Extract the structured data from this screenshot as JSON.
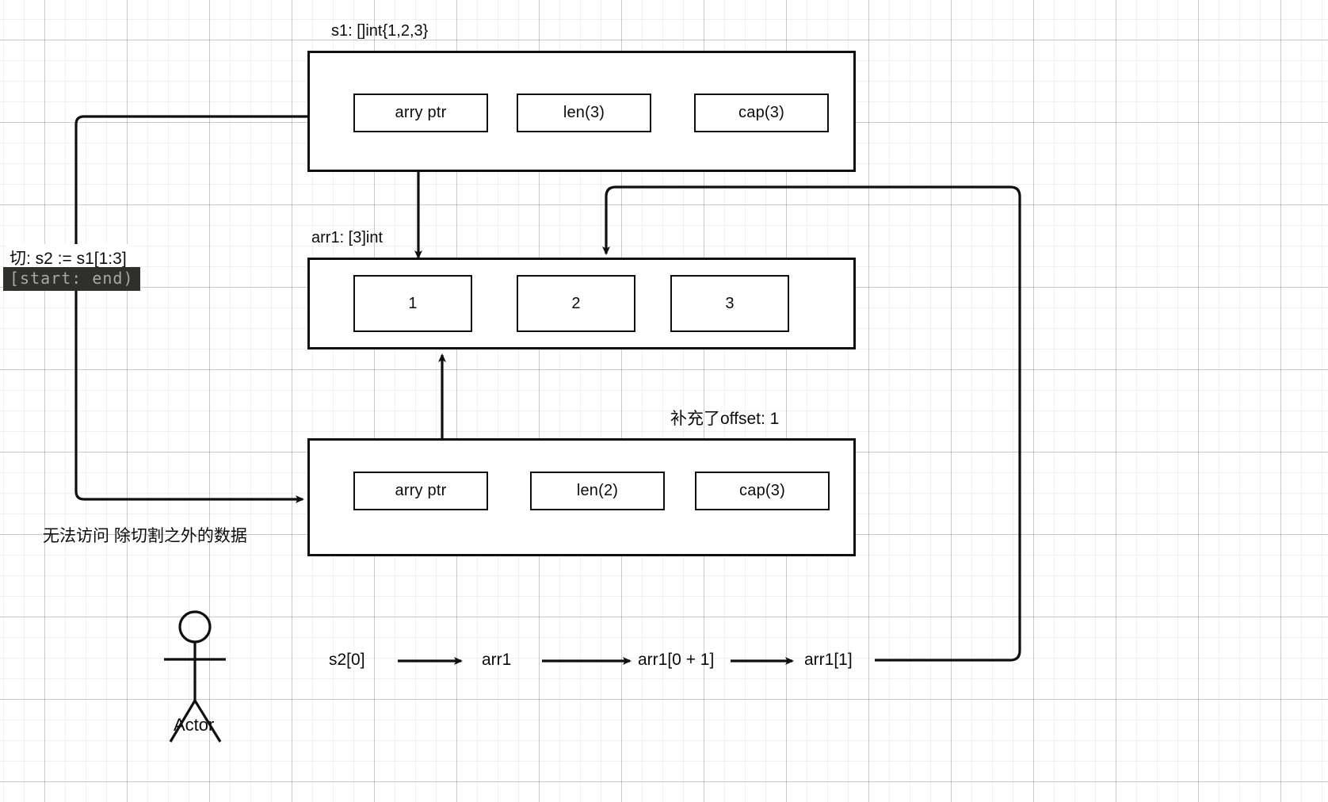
{
  "diagram": {
    "title_hint": "Go slice memory layout diagram",
    "slice_s1": {
      "caption": "s1: []int{1,2,3}",
      "fields": [
        {
          "name": "array-pointer",
          "label": "arry ptr"
        },
        {
          "name": "length",
          "label": "len(3)"
        },
        {
          "name": "capacity",
          "label": "cap(3)"
        }
      ]
    },
    "array_arr1": {
      "caption": "arr1: [3]int",
      "elements": [
        {
          "index": 0,
          "label": "1"
        },
        {
          "index": 1,
          "label": "2"
        },
        {
          "index": 2,
          "label": "3"
        }
      ]
    },
    "slice_s2": {
      "caption": "补充了offset: 1",
      "fields": [
        {
          "name": "array-pointer",
          "label": "arry ptr"
        },
        {
          "name": "length",
          "label": "len(2)"
        },
        {
          "name": "capacity",
          "label": "cap(3)"
        }
      ]
    },
    "annotations": {
      "slice_expr": "切:  s2 := s1[1:3]",
      "range_note": "[start: end)",
      "no_access_note": "无法访问 除切割之外的数据"
    },
    "lookup_chain": [
      {
        "label": "s2[0]"
      },
      {
        "label": "arr1"
      },
      {
        "label": "arr1[0 + 1]"
      },
      {
        "label": "arr1[1]"
      }
    ],
    "actor": {
      "label": "Actor"
    },
    "colors": {
      "stroke": "#0f0f0f",
      "text": "#0c0c0c",
      "highlight_bg": "#2f2f2b",
      "highlight_fg": "#a9a9a0",
      "grid_minor": "#efefef",
      "grid_major": "#d6d6d6",
      "canvas": "#ffffff"
    }
  }
}
